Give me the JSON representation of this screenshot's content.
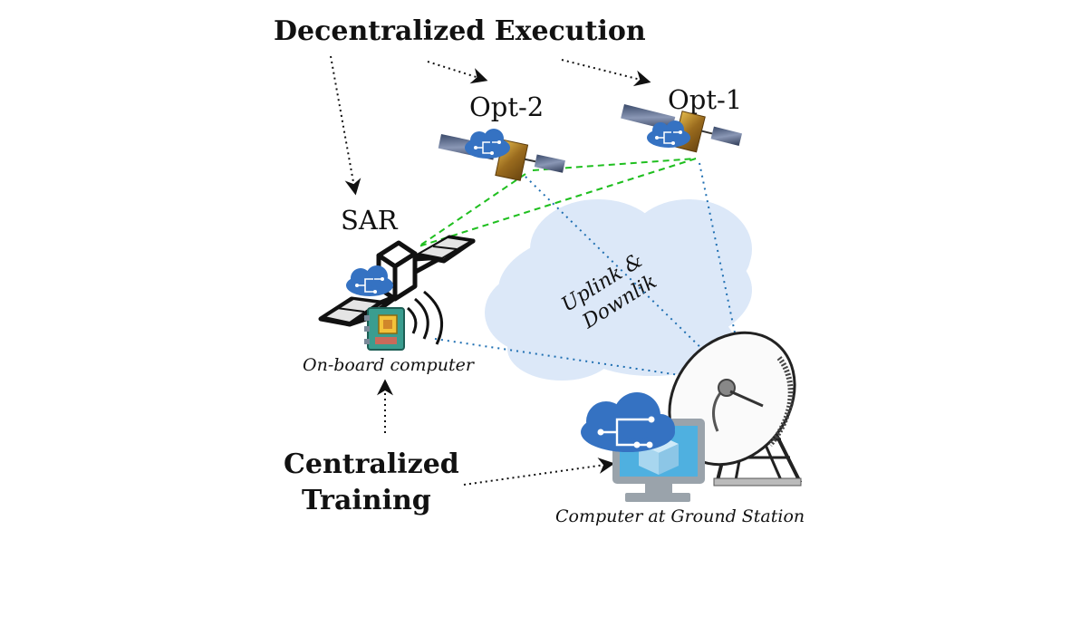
{
  "headings": {
    "decentralized": "Decentralized Execution",
    "centralized_line1": "Centralized",
    "centralized_line2": "Training"
  },
  "satellites": {
    "opt2": "Opt-2",
    "opt1": "Opt-1",
    "sar": "SAR"
  },
  "captions": {
    "onboard": "On-board computer",
    "ground": "Computer at Ground Station"
  },
  "cloud": {
    "line1": "Uplink &",
    "line2": "Downlik"
  },
  "colors": {
    "green_link": "#1fbf1f",
    "blue_link": "#1f6fb2",
    "cloud_fill": "#dce8f8",
    "ai_cloud": "#3572c2",
    "monitor": "#9aa3ab",
    "screen": "#4fb0e0"
  },
  "icons": [
    "brain-cloud-icon",
    "satellite-icon",
    "circuit-board-icon",
    "radio-waves-icon",
    "monitor-icon",
    "dish-antenna-icon",
    "cube-icon"
  ]
}
